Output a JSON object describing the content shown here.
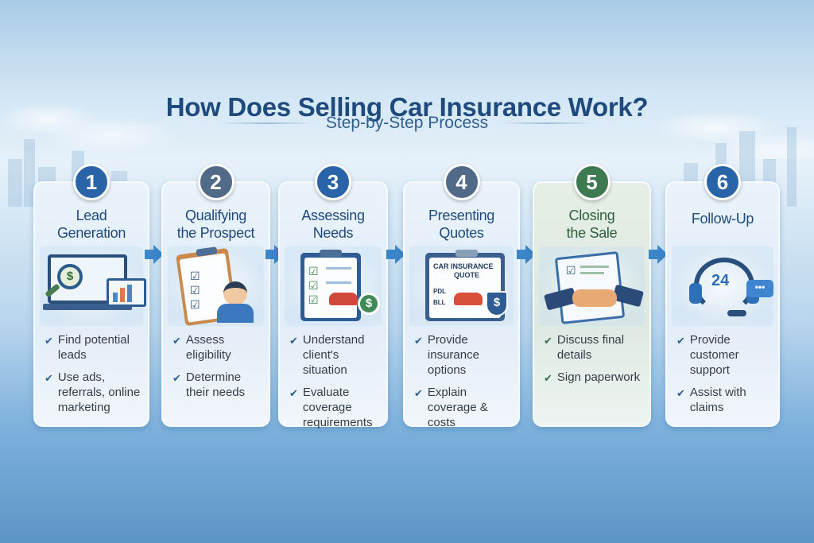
{
  "header": {
    "title": "How Does Selling Car Insurance Work?",
    "subtitle": "Step-by-Step Process"
  },
  "colors": {
    "title": "#1f4a7e",
    "badge_blue": "#2a64a8",
    "badge_slate": "#506a87",
    "badge_green": "#3d7a52",
    "arrow": "#3b86c8"
  },
  "steps": [
    {
      "number": "1",
      "title_line1": "Lead",
      "title_line2": "Generation",
      "icon": "laptop-magnifier-chart-icon",
      "points": [
        "Find potential leads",
        "Use ads, referrals, online marketing"
      ]
    },
    {
      "number": "2",
      "title_line1": "Qualifying",
      "title_line2": "the Prospect",
      "icon": "clipboard-checklist-person-icon",
      "points": [
        "Assess eligibility",
        "Determine their needs"
      ]
    },
    {
      "number": "3",
      "title_line1": "Assessing",
      "title_line2": "Needs",
      "icon": "clipboard-car-dollar-icon",
      "points": [
        "Understand client's situation",
        "Evaluate coverage requirements"
      ]
    },
    {
      "number": "4",
      "title_line1": "Presenting",
      "title_line2": "Quotes",
      "icon": "car-insurance-quote-shield-icon",
      "quote_doc": {
        "heading1": "CAR INSURANCE",
        "heading2": "QUOTE",
        "row1": "PDL",
        "row2": "BLL"
      },
      "points": [
        "Provide insurance options",
        "Explain coverage & costs"
      ]
    },
    {
      "number": "5",
      "title_line1": "Closing",
      "title_line2": "the Sale",
      "icon": "handshake-contract-icon",
      "points": [
        "Discuss final details",
        "Sign paperwork"
      ]
    },
    {
      "number": "6",
      "title_line1": "Follow-Up",
      "title_line2": "",
      "icon": "headset-24-support-icon",
      "support_label": "24",
      "points": [
        "Provide customer support",
        "Assist with claims"
      ]
    }
  ]
}
